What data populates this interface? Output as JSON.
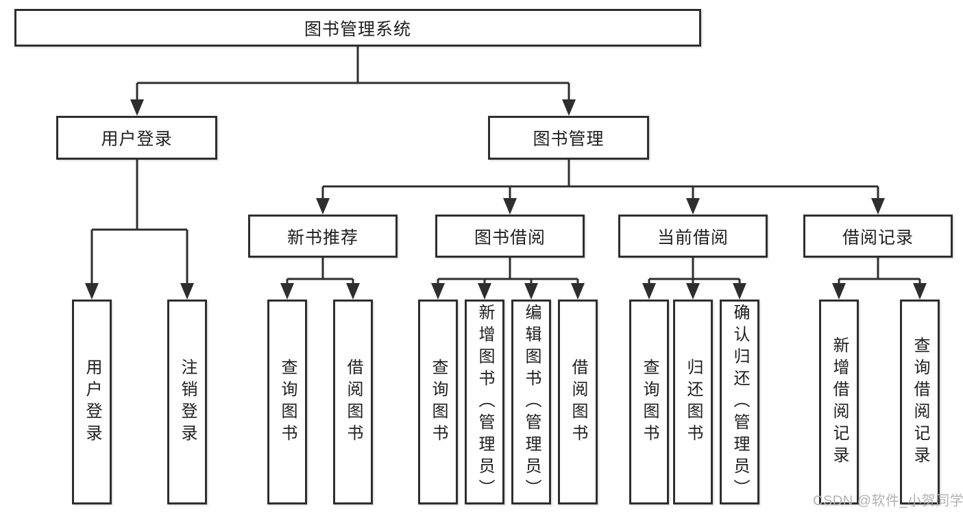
{
  "colors": {
    "background": "#ffffff",
    "line": "#2e2e2e",
    "box_border": "#2e2e2e",
    "text": "#1e1e1e",
    "watermark": "#b2b2b2"
  },
  "tree": {
    "label": "图书管理系统",
    "children": [
      {
        "label": "用户登录",
        "children": [
          {
            "label": "用户登录"
          },
          {
            "label": "注销登录"
          }
        ]
      },
      {
        "label": "图书管理",
        "children": [
          {
            "label": "新书推荐",
            "children": [
              {
                "label": "查询图书"
              },
              {
                "label": "借阅图书"
              }
            ]
          },
          {
            "label": "图书借阅",
            "children": [
              {
                "label": "查询图书"
              },
              {
                "label": "新增图书（管理员）"
              },
              {
                "label": "编辑图书（管理员）"
              },
              {
                "label": "借阅图书"
              }
            ]
          },
          {
            "label": "当前借阅",
            "children": [
              {
                "label": "查询图书"
              },
              {
                "label": "归还图书"
              },
              {
                "label": "确认归还（管理员）"
              }
            ]
          },
          {
            "label": "借阅记录",
            "children": [
              {
                "label": "新增借阅记录"
              },
              {
                "label": "查询借阅记录"
              }
            ]
          }
        ]
      }
    ]
  },
  "watermark": {
    "text": "CSDN @软件_小贺同学"
  }
}
